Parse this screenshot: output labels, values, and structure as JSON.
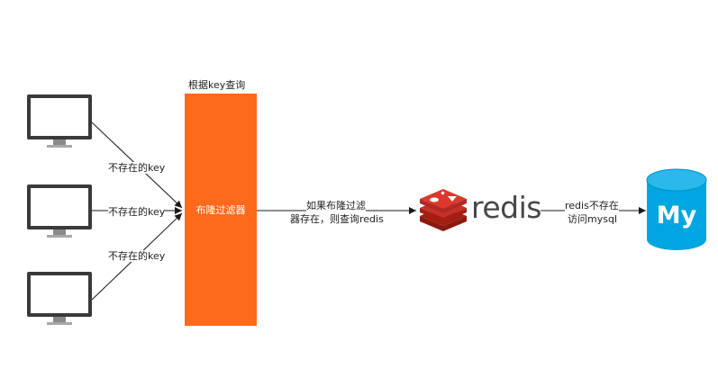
{
  "diagram": {
    "filter_title": "根据key查询",
    "filter_label": "布隆过滤器",
    "client_edge_labels": [
      "不存在的key",
      "不存在的key",
      "不存在的key"
    ],
    "filter_to_redis_label_line1": "如果布隆过滤",
    "filter_to_redis_label_line2": "器存在，则查询redis",
    "redis_text": "redis",
    "redis_to_mysql_label_line1": "redis不存在",
    "redis_to_mysql_label_line2": "访问mysql",
    "mysql_text": "My"
  },
  "colors": {
    "filter": "#fe6a1c",
    "redis_logo": "#c6302b",
    "mysql_cylinder": "#00a6e0"
  }
}
